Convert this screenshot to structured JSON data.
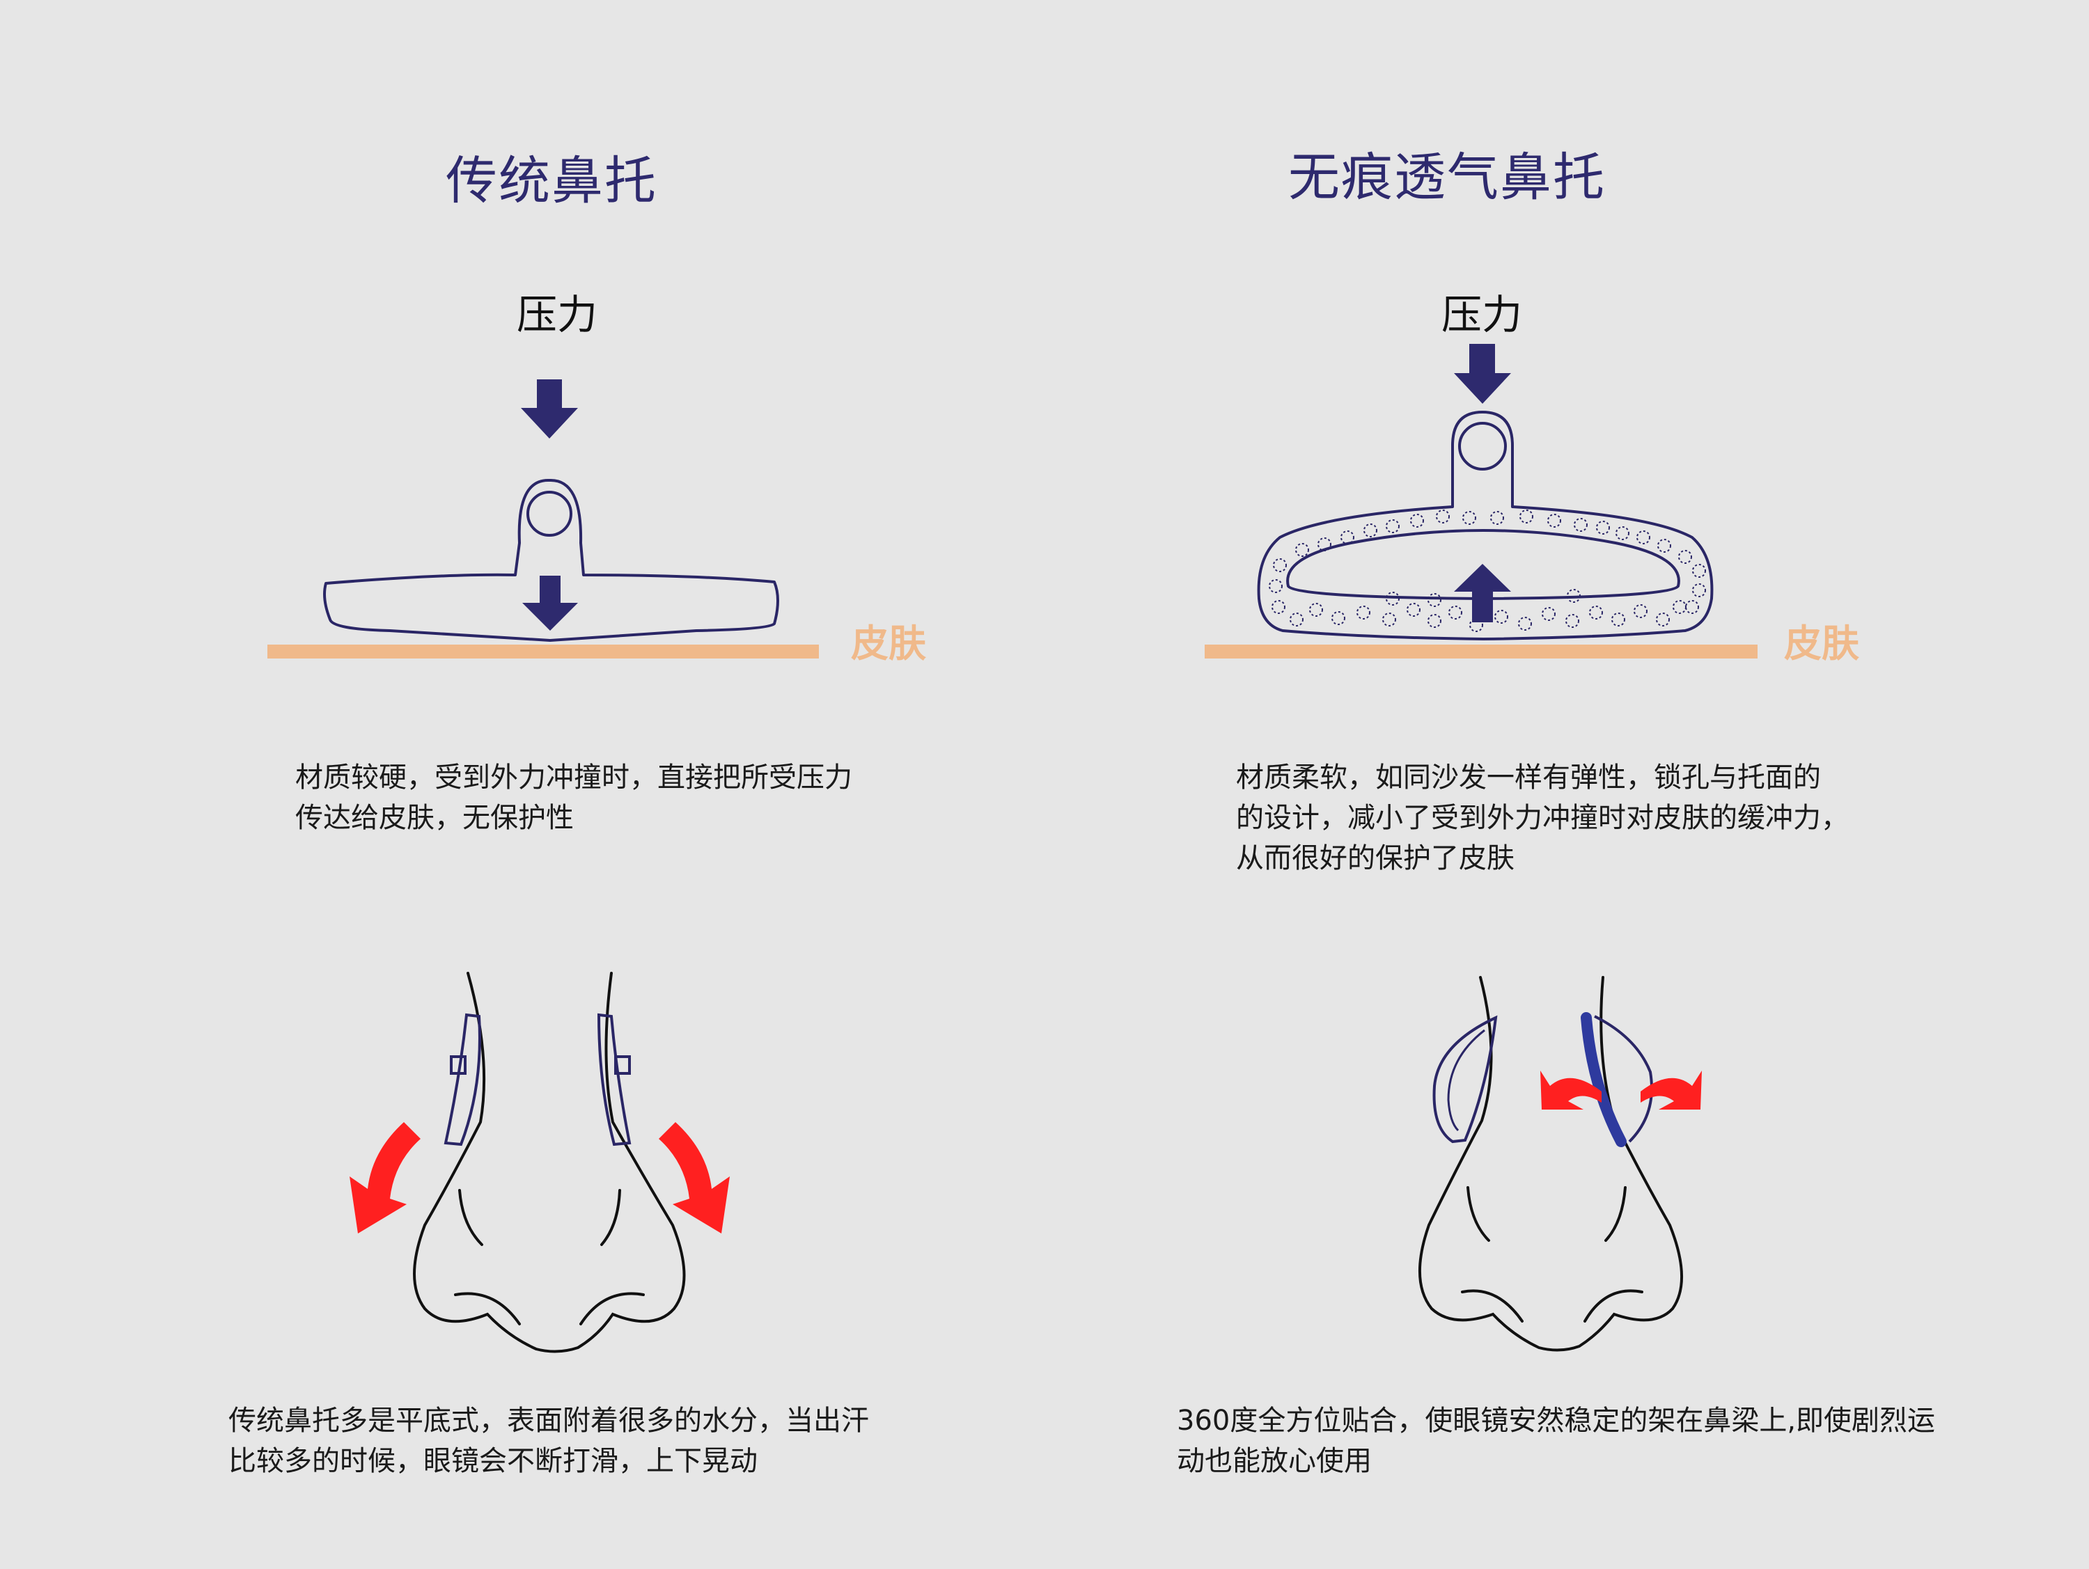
{
  "left": {
    "title": "传统鼻托",
    "pressure_label": "压力",
    "skin_label": "皮肤",
    "desc_lines": [
      "材质较硬，受到外力冲撞时，直接把所受压力",
      "传达给皮肤，无保护性"
    ],
    "nose_desc_lines": [
      "传统鼻托多是平底式，表面附着很多的水分，当出汗",
      "比较多的时候，眼镜会不断打滑，上下晃动"
    ]
  },
  "right": {
    "title": "无痕透气鼻托",
    "pressure_label": "压力",
    "skin_label": "皮肤",
    "desc_lines": [
      "材质柔软，如同沙发一样有弹性，锁孔与托面的",
      "的设计，减小了受到外力冲撞时对皮肤的缓冲力，",
      "从而很好的保护了皮肤"
    ],
    "nose_desc_lines": [
      "360度全方位贴合，使眼镜安然稳定的架在鼻梁上,即使剧烈运",
      "动也能放心使用"
    ]
  },
  "colors": {
    "background": "#e6e6e6",
    "title": "#2e2a6e",
    "arrow": "#2e2a6e",
    "outline": "#2a2666",
    "skin": "#f0b98a",
    "red_arrow": "#ff2020",
    "pad_blue": "#2e3a9e"
  }
}
